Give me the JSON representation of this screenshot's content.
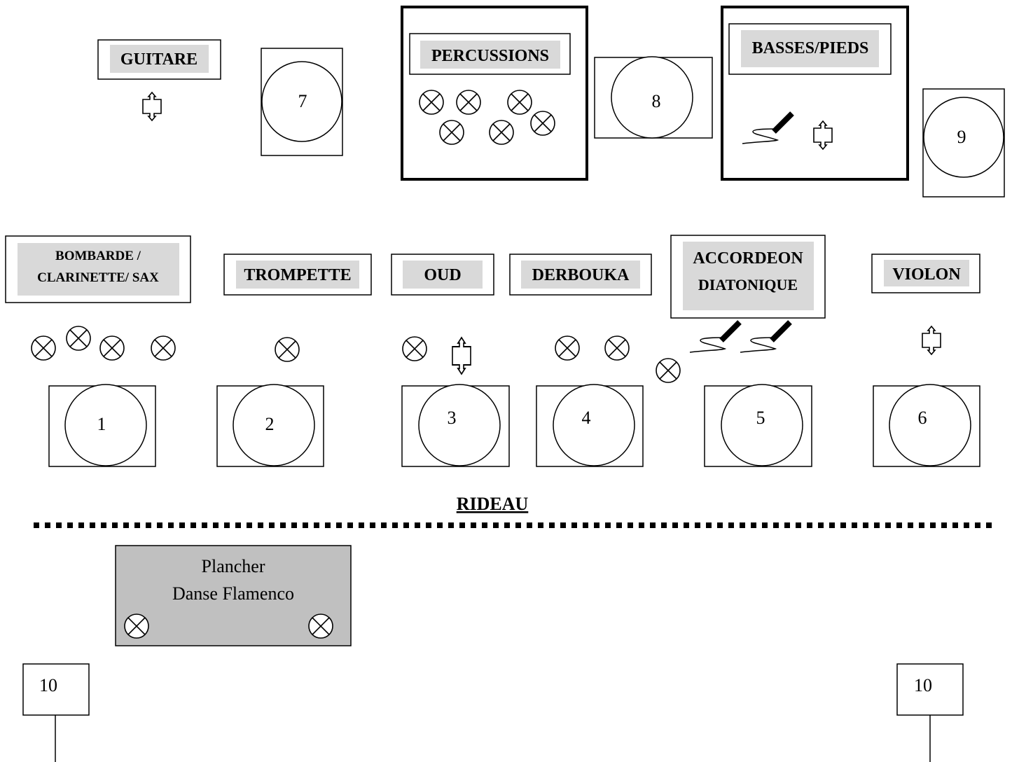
{
  "labels": {
    "guitare": [
      "GUITARE"
    ],
    "percussions": [
      "PERCUSSIONS"
    ],
    "basses": [
      "BASSES/PIEDS"
    ],
    "bombarde": [
      "BOMBARDE /",
      "CLARINETTE/ SAX"
    ],
    "trompette": [
      "TROMPETTE"
    ],
    "oud": [
      "OUD"
    ],
    "derbouka": [
      "DERBOUKA"
    ],
    "accordeon": [
      "ACCORDEON",
      "DIATONIQUE"
    ],
    "violon": [
      "VIOLON"
    ]
  },
  "monitors": {
    "m1": "1",
    "m2": "2",
    "m3": "3",
    "m4": "4",
    "m5": "5",
    "m6": "6",
    "m7": "7",
    "m8": "8",
    "m9": "9"
  },
  "speakers": {
    "left": "10",
    "right": "10"
  },
  "rideau": "RIDEAU",
  "floor": [
    "Plancher",
    "Danse Flamenco"
  ],
  "colors": {
    "label_fill": "#d9d9d9",
    "floor_fill": "#c0c0c0",
    "line": "#000000"
  },
  "icons": [
    "mic-stand-icon",
    "di-box-icon",
    "clip-mic-icon",
    "floor-monitor-icon",
    "speaker-icon"
  ]
}
